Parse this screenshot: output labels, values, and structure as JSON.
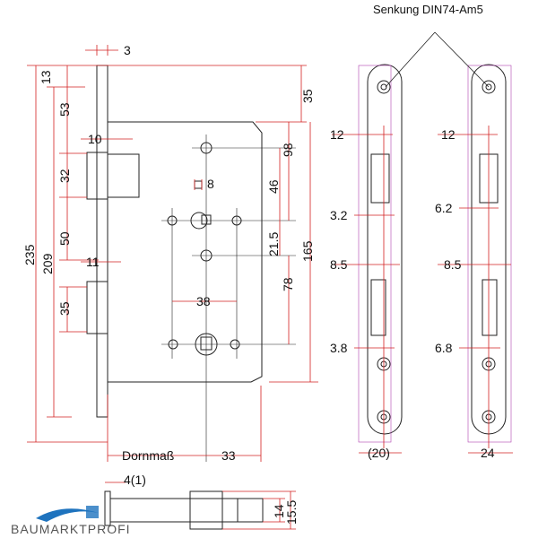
{
  "title": "Senkung DIN74-Am5",
  "dimensions": {
    "d3": "3",
    "d13": "13",
    "d53": "53",
    "d10": "10",
    "d32": "32",
    "d50": "50",
    "d11": "11",
    "d35_left": "35",
    "d209": "209",
    "d235": "235",
    "d35_top": "35",
    "d98": "98",
    "d8": "8",
    "d46": "46",
    "d21_5": "21.5",
    "d165": "165",
    "d78": "78",
    "d38": "38",
    "dornmass": "Dornmaß",
    "d33": "33",
    "fp1_12": "12",
    "fp1_3_2": "3.2",
    "fp1_8_5": "8.5",
    "fp1_3_8": "3.8",
    "fp1_20": "(20)",
    "fp2_12": "12",
    "fp2_6_2": "6.2",
    "fp2_8_5": "8.5",
    "fp2_6_8": "6.8",
    "fp2_24": "24",
    "side_4_1": "4(1)",
    "side_14": "14",
    "side_15_5": "15.5"
  },
  "logo": {
    "text": "BAUMARKTPROFI",
    "color": "#1e73be"
  },
  "colors": {
    "line": "#222222",
    "dimension": "#d32020",
    "accent": "#b040b0"
  }
}
